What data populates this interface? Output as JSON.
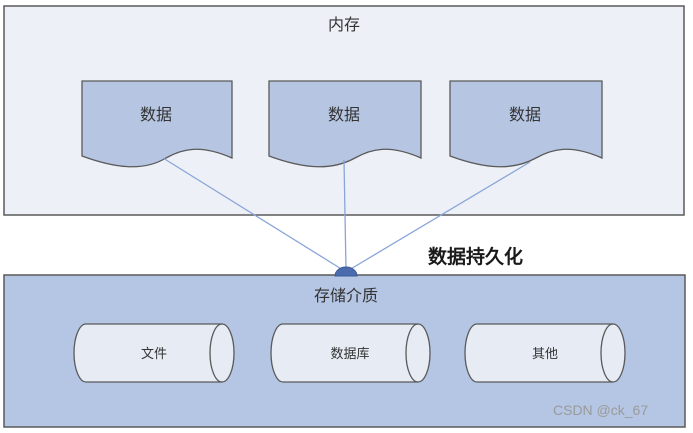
{
  "memory": {
    "title": "内存",
    "documents": [
      "数据",
      "数据",
      "数据"
    ]
  },
  "persistence_label": "数据持久化",
  "storage": {
    "title": "存储介质",
    "media": [
      "文件",
      "数据库",
      "其他"
    ]
  },
  "watermark": "CSDN @ck_67",
  "colors": {
    "memory_fill": "#edf1f7",
    "storage_fill": "#b4c6e3",
    "document_fill": "#b5c5e2",
    "cylinder_fill": "#e6ebf4",
    "border": "#5a5a5a",
    "connector": "#8aa5d8",
    "junction": "#4a6cae"
  }
}
